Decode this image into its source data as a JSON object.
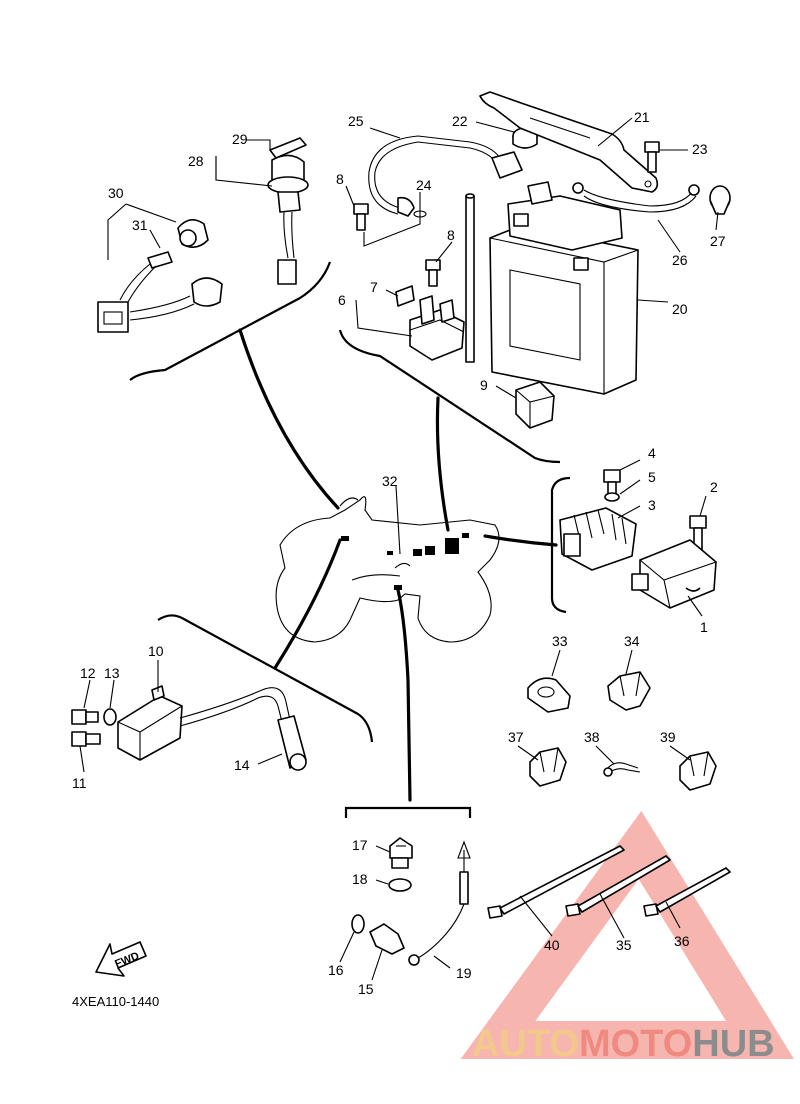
{
  "diagram": {
    "part_numbers": [
      "1",
      "2",
      "3",
      "4",
      "5",
      "6",
      "7",
      "8",
      "8",
      "9",
      "10",
      "11",
      "12",
      "13",
      "14",
      "15",
      "16",
      "17",
      "18",
      "19",
      "20",
      "21",
      "22",
      "23",
      "24",
      "25",
      "26",
      "27",
      "28",
      "29",
      "30",
      "31",
      "32",
      "33",
      "34",
      "35",
      "36",
      "37",
      "38",
      "39",
      "40"
    ],
    "fwd_label": "FWD",
    "figure_code": "4XEA110-1440"
  },
  "watermark": {
    "part1": "AUTO",
    "part2": "MOTO",
    "part3": "HUB",
    "colors": {
      "auto": "#f3c98b",
      "moto": "#f08a80",
      "hub": "#8c8c8c",
      "triangle": "#f07870"
    }
  }
}
